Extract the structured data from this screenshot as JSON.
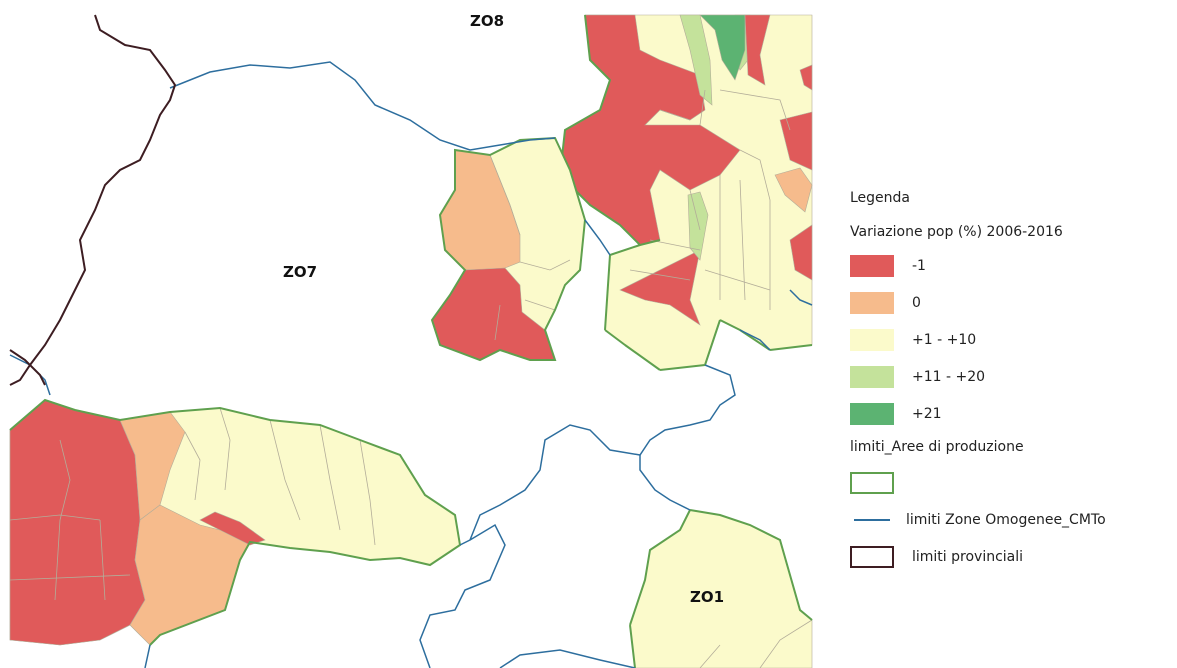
{
  "colors": {
    "class_neg": "#e05a5a",
    "class_zero": "#f6bb8c",
    "class_low": "#fbfacb",
    "class_mid": "#c4e29b",
    "class_high": "#5cb372",
    "aree_border": "#5fa04e",
    "zone_border": "#2d6e9e",
    "province_border": "#3d1d22",
    "internal_border": "#b3ad99"
  },
  "map": {
    "zone_labels": [
      "ZO8",
      "ZO7",
      "ZO1"
    ]
  },
  "legend": {
    "title": "Legenda",
    "subtitle": "Variazione pop (%) 2006-2016",
    "classes": [
      "-1",
      "0",
      "+1 - +10",
      "+11 - +20",
      "+21"
    ],
    "aree_label": "limiti_Aree di produzione",
    "zone_label": "limiti Zone Omogenee_CMTo",
    "province_label": "limiti provinciali"
  }
}
